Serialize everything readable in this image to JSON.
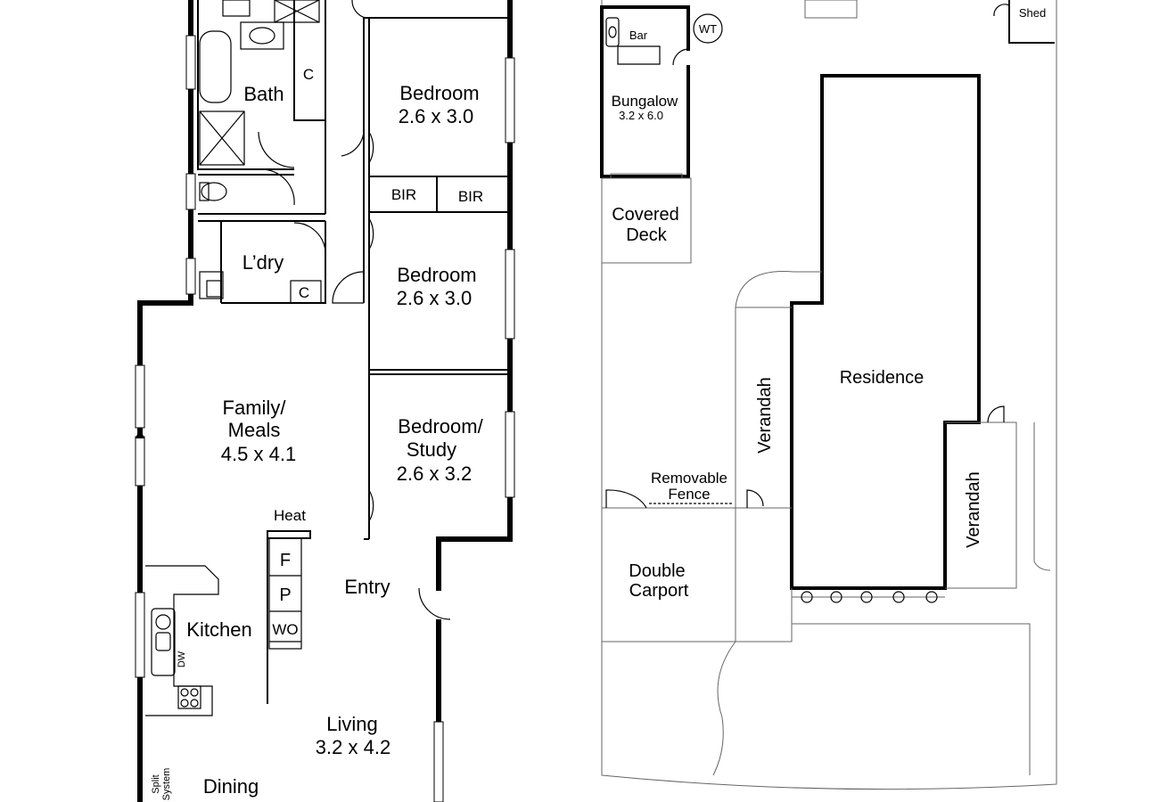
{
  "floorplan": {
    "rooms": {
      "bath": "Bath",
      "cupboard_bath": "C",
      "cupboard_laundry": "C",
      "bedroom1_name": "Bedroom",
      "bedroom1_size": "2.6 x 3.0",
      "bir1": "BIR",
      "bir2": "BIR",
      "laundry": "L’dry",
      "bedroom2_name": "Bedroom",
      "bedroom2_size": "2.6 x 3.0",
      "family_line1": "Family/",
      "family_line2": "Meals",
      "family_size": "4.5 x 4.1",
      "study_line1": "Bedroom/",
      "study_line2": "Study",
      "study_size": "2.6 x 3.2",
      "heat": "Heat",
      "fridge": "F",
      "pantry": "P",
      "wall_oven": "WO",
      "entry": "Entry",
      "kitchen": "Kitchen",
      "dishwasher": "DW",
      "living_name": "Living",
      "living_size": "3.2 x 4.2",
      "split_line1": "Split",
      "split_line2": "System",
      "dining_name": "Dining"
    }
  },
  "siteplan": {
    "labels": {
      "bar": "Bar",
      "water_tank": "WT",
      "shed": "Shed",
      "bungalow_name": "Bungalow",
      "bungalow_size": "3.2 x 6.0",
      "covered_deck_line1": "Covered",
      "covered_deck_line2": "Deck",
      "residence": "Residence",
      "verandah_left": "Verandah",
      "verandah_right": "Verandah",
      "removable_line1": "Removable",
      "removable_line2": "Fence",
      "carport_line1": "Double",
      "carport_line2": "Carport"
    }
  }
}
